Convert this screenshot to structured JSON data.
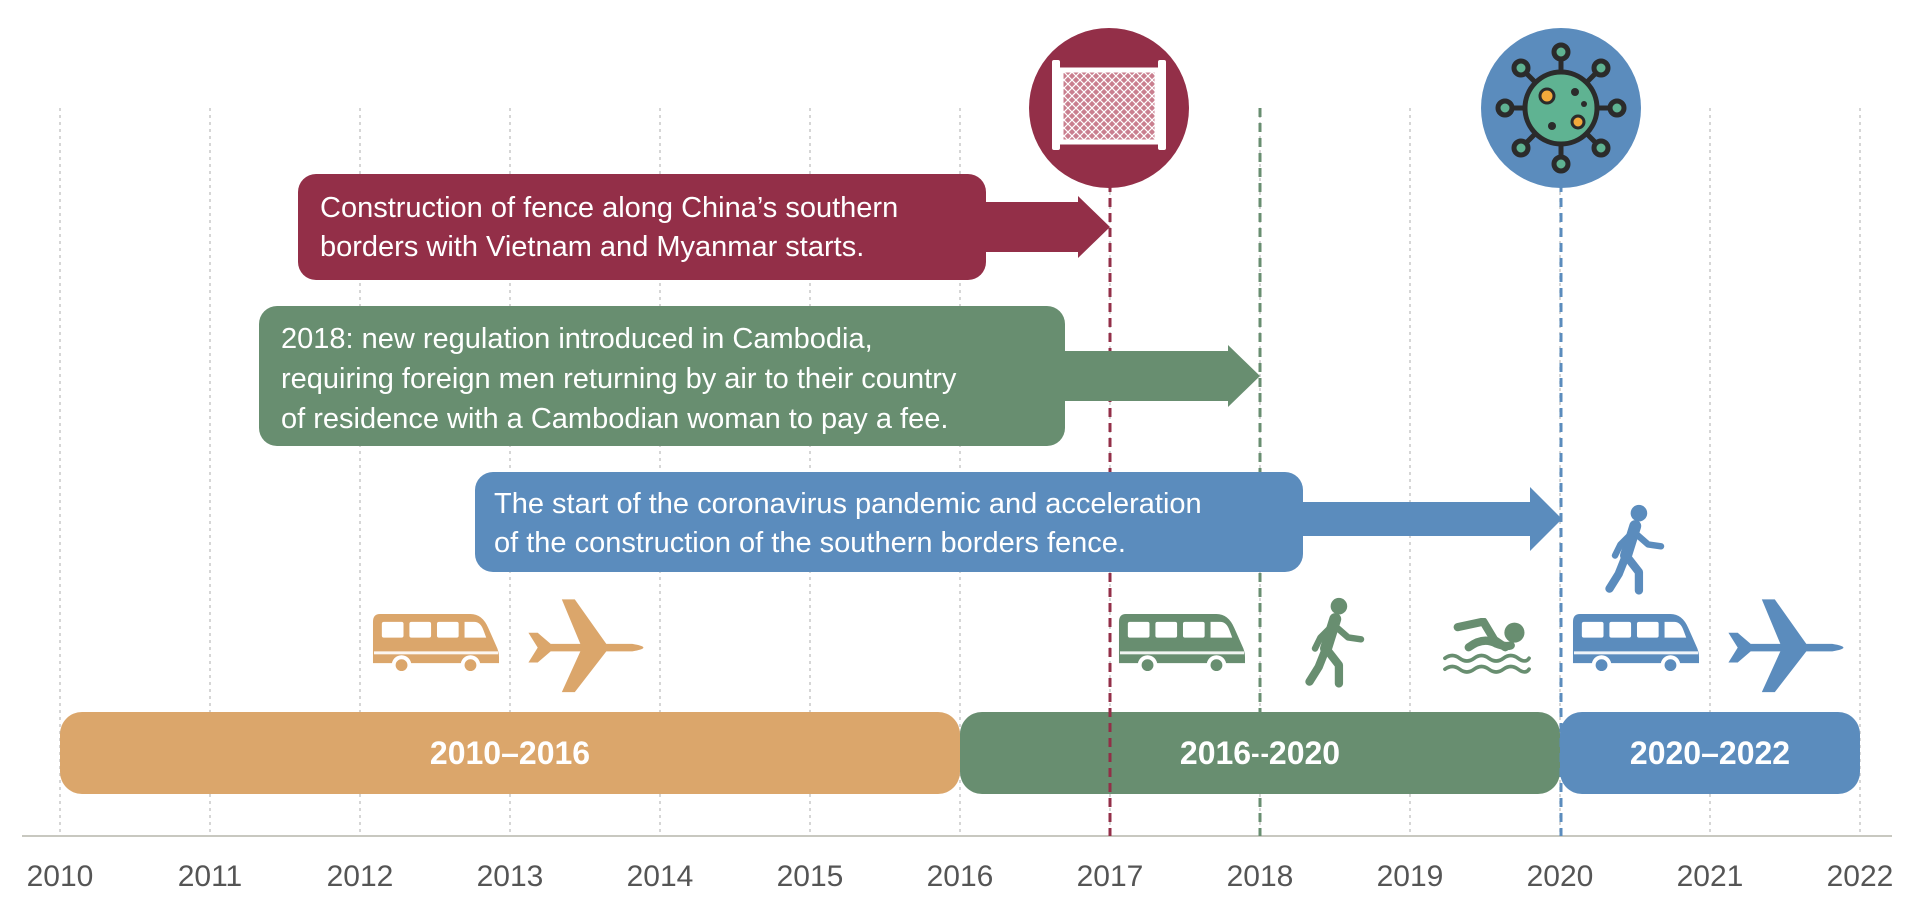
{
  "timeline": {
    "years": [
      "2010",
      "2011",
      "2012",
      "2013",
      "2014",
      "2015",
      "2016",
      "2017",
      "2018",
      "2019",
      "2020",
      "2021",
      "2022"
    ]
  },
  "periods": [
    {
      "label": "2010–2016",
      "start": 2010,
      "end": 2016,
      "color": "#dba66b"
    },
    {
      "label": "2016–2020",
      "start": 2016,
      "end": 2020,
      "color": "#688e70"
    },
    {
      "label": "2020–2022",
      "start": 2020,
      "end": 2022,
      "color": "#5b8cbd"
    }
  ],
  "markers": [
    {
      "year": 2017,
      "color": "#932f48"
    },
    {
      "year": 2018,
      "color": "#688e70"
    },
    {
      "year": 2020,
      "color": "#5b8cbd"
    }
  ],
  "callouts": [
    {
      "lines": [
        "Construction of fence along China’s southern",
        "borders with Vietnam and Myanmar starts."
      ],
      "color": "#932f48",
      "target_year": 2017
    },
    {
      "lines": [
        "2018: new regulation introduced in Cambodia,",
        "requiring foreign men returning by air to their country",
        "of residence with a Cambodian woman to pay a fee."
      ],
      "color": "#688e70",
      "target_year": 2018
    },
    {
      "lines": [
        "The start of the coronavirus pandemic and acceleration",
        "of the construction of the southern borders fence."
      ],
      "color": "#5b8cbd",
      "target_year": 2020
    }
  ],
  "icons": {
    "fence": "fence-icon",
    "virus": "virus-icon",
    "bus": "bus-icon",
    "plane": "airplane-icon",
    "walk": "walking-person-icon",
    "swim": "swimming-person-icon"
  }
}
